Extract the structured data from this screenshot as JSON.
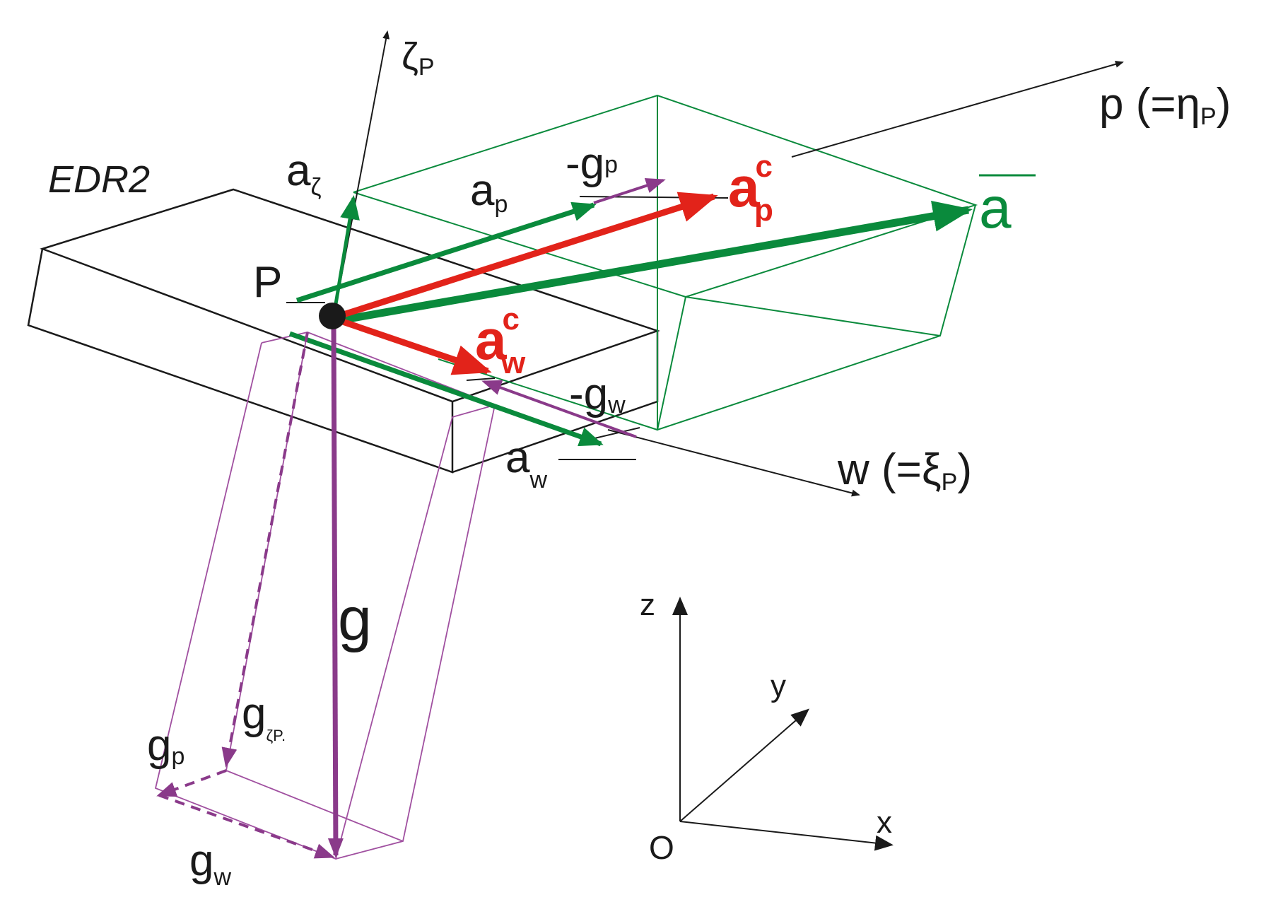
{
  "labels": {
    "edr2": "EDR2",
    "point": "P",
    "zeta_axis": "ζ",
    "zeta_axis_sub": "P",
    "p_axis": "p (=η",
    "p_axis_sub": "P",
    "p_axis_close": ")",
    "w_axis": "w (=ξ",
    "w_axis_sub": "P",
    "w_axis_close": ")",
    "a_zeta": "a",
    "a_zeta_sub": "ζ",
    "a_p": "a",
    "a_p_sub": "p",
    "a_w": "a",
    "a_w_sub": "w",
    "neg_g_p": "-g",
    "neg_g_p_sub": "p",
    "neg_g_w": "-g",
    "neg_g_w_sub": "w",
    "apc": "a",
    "apc_sup": "c",
    "apc_sub": "p",
    "awc": "a",
    "awc_sup": "c",
    "awc_sub": "w",
    "a_bar": "a",
    "g": "g",
    "g_zeta": "g",
    "g_zeta_sub": "ζP.",
    "g_p": "g",
    "g_p_sub": "p",
    "g_w": "g",
    "g_w_sub": "w",
    "z": "z",
    "y": "y",
    "x": "x",
    "origin": "O"
  },
  "colors": {
    "green": "#0a8a3c",
    "red": "#e2231a",
    "purple": "#8a3a8a",
    "black": "#1a1a1a"
  }
}
